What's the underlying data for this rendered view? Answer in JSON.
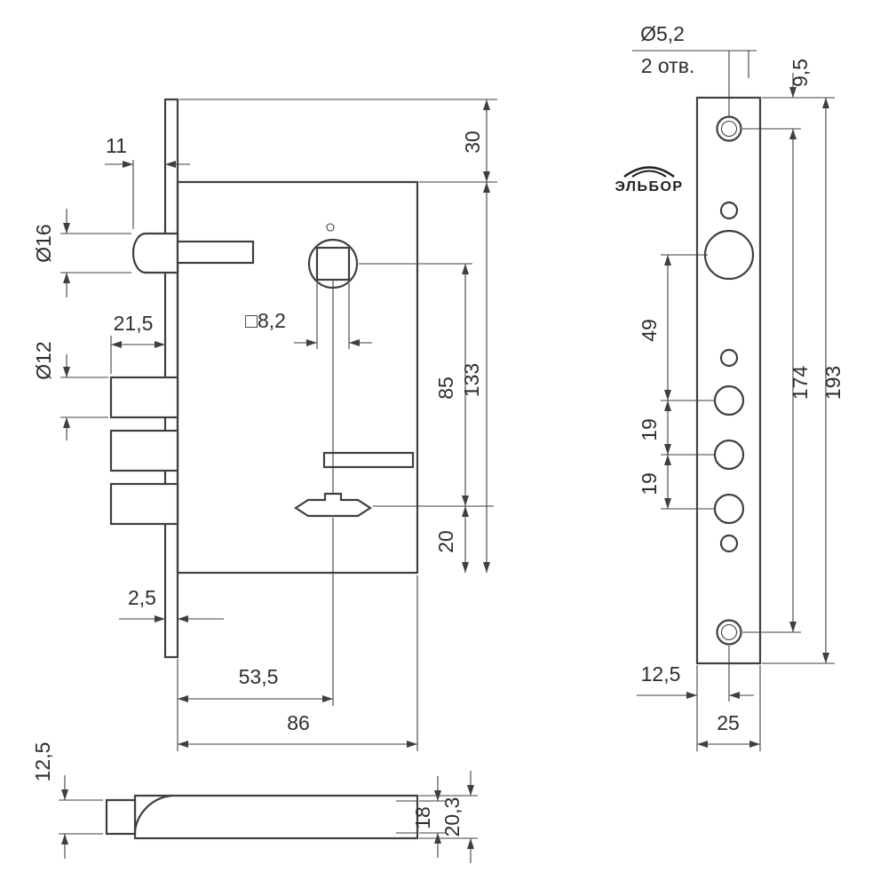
{
  "drawing": {
    "background": "#ffffff",
    "line_color": "#3f3f3f",
    "logo_text": "ЭЛЬБОР"
  },
  "body_view": {
    "dims": {
      "bolt_protrusion": "11",
      "top_offset": "30",
      "bolt_diameter": "Ø16",
      "pin_protrusion": "21,5",
      "pin_diameter": "Ø12",
      "spindle_square": "□8,2",
      "spindle_to_keyhole": "85",
      "body_height": "133",
      "keyhole_to_bottom": "20",
      "faceplate_thickness": "2,5",
      "edge_to_keyhole": "53,5",
      "body_width": "86"
    }
  },
  "faceplate_view": {
    "dims": {
      "screw_hole_diameter": "Ø5,2",
      "screw_hole_count": "2 отв.",
      "top_to_screw_hole": "9,5",
      "bolt_to_first_pin": "49",
      "pin_spacing_upper": "19",
      "pin_spacing_lower": "19",
      "screw_hole_spacing": "174",
      "plate_height": "193",
      "edge_to_axis": "12,5",
      "plate_width": "25"
    }
  },
  "bolt_view": {
    "dims": {
      "head_height": "12,5",
      "bolt_height": "18",
      "overall_height": "20,3"
    }
  }
}
